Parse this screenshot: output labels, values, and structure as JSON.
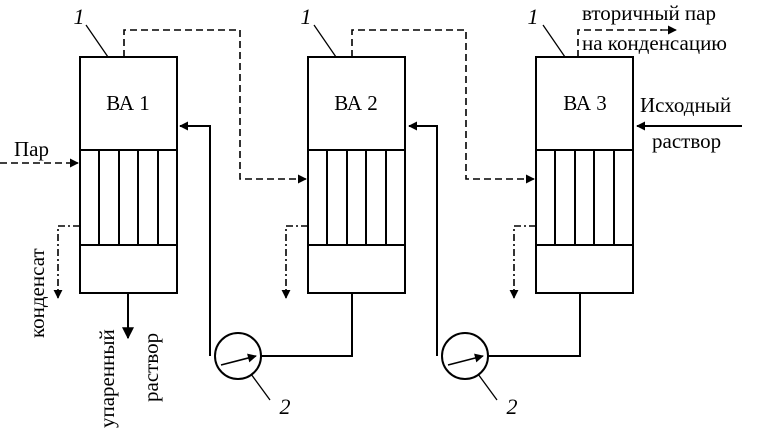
{
  "apparatus": [
    {
      "label": "ВА 1",
      "leader_number": "1"
    },
    {
      "label": "ВА 2",
      "leader_number": "1"
    },
    {
      "label": "ВА 3",
      "leader_number": "1"
    }
  ],
  "pumps": [
    {
      "number": "2"
    },
    {
      "number": "2"
    }
  ],
  "streams": {
    "steam_in": "Пар",
    "secondary_steam_line1": "вторичный пар",
    "secondary_steam_line2": "на конденсацию",
    "feed_line1": "Исходный",
    "feed_line2": "раствор",
    "condensate": "конденсат",
    "product_line1": "упаренный",
    "product_line2": "раствор"
  }
}
